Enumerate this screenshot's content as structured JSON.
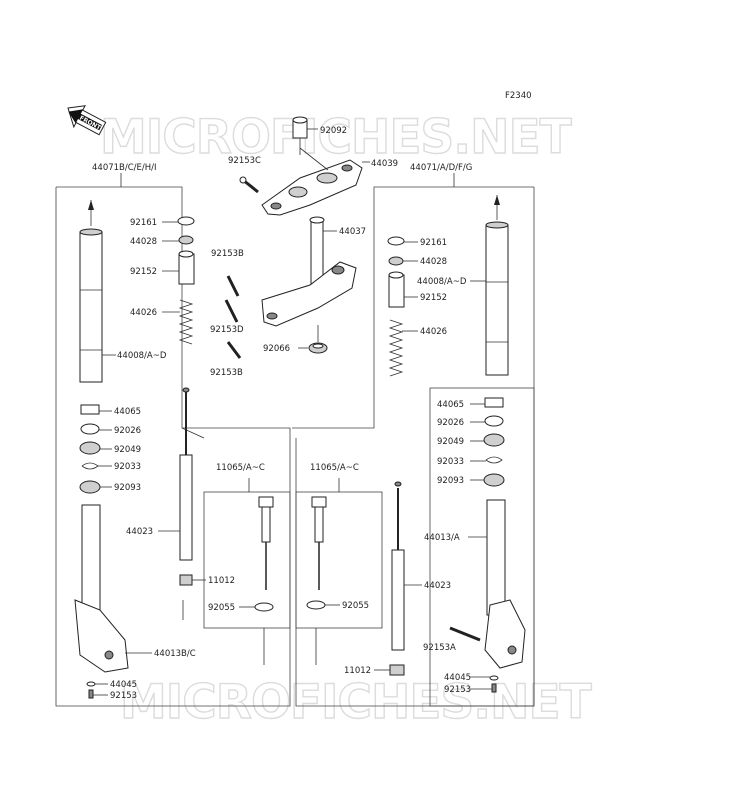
{
  "figure_code": "F2340",
  "front_label": "FRONT",
  "watermark": "MICROFICHES.NET",
  "groups": {
    "left_assy": "44071B/C/E/H/I",
    "right_assy": "44071/A/D/F/G",
    "left_rod": "11065/A~C",
    "right_rod": "11065/A~C"
  },
  "labels": {
    "p92092": "92092",
    "p92153c": "92153C",
    "p44039": "44039",
    "p44037": "44037",
    "p92153b_a": "92153B",
    "p92153d": "92153D",
    "p92153b_b": "92153B",
    "p92066": "92066",
    "l92161": "92161",
    "l44028": "44028",
    "l92152": "92152",
    "l44026": "44026",
    "l44008": "44008/A~D",
    "l44065": "44065",
    "l92026": "92026",
    "l92049": "92049",
    "l92033": "92033",
    "l92093": "92093",
    "l44023": "44023",
    "l11012": "11012",
    "l44013": "44013B/C",
    "l44045": "44045",
    "l92153": "92153",
    "c92055a": "92055",
    "c92055b": "92055",
    "r92161": "92161",
    "r44028": "44028",
    "r44008": "44008/A~D",
    "r92152": "92152",
    "r44026": "44026",
    "r44065": "44065",
    "r92026": "92026",
    "r92049": "92049",
    "r92033": "92033",
    "r92093": "92093",
    "r44013": "44013/A",
    "r44023": "44023",
    "r92153a": "92153A",
    "r11012": "11012",
    "r44045": "44045",
    "r92153": "92153"
  }
}
